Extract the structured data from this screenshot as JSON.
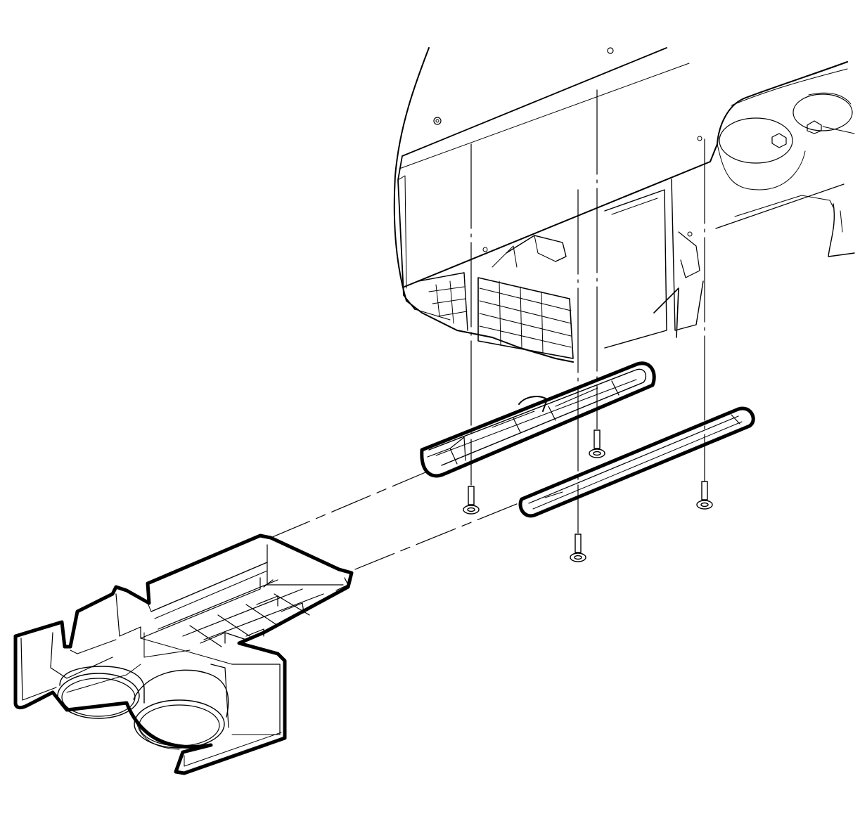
{
  "diagram": {
    "type": "exploded-view",
    "components": [
      {
        "name": "vehicle-floor-underbody",
        "count": 1
      },
      {
        "name": "inner-retainer-rail",
        "count": 1
      },
      {
        "name": "outer-trim-rail",
        "count": 1
      },
      {
        "name": "fastener-screw",
        "count": 4
      },
      {
        "name": "console-cup-holder-housing",
        "count": 1
      }
    ],
    "colors": {
      "line": "#000000",
      "background": "#ffffff",
      "fill": "#ffffff"
    }
  }
}
